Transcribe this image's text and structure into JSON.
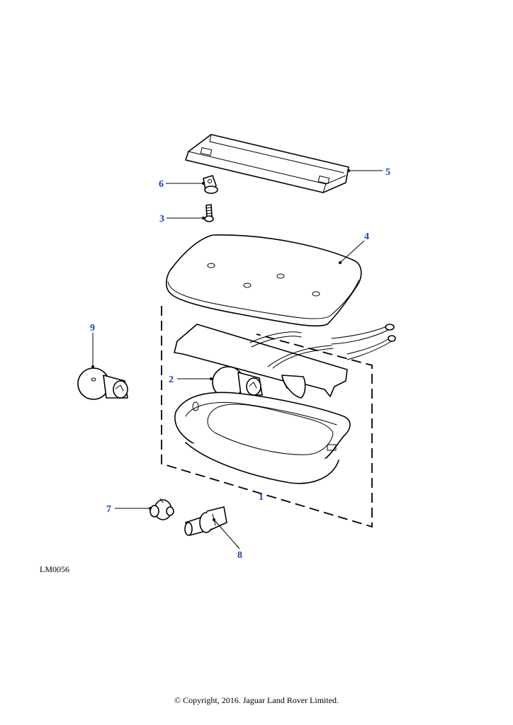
{
  "diagram": {
    "reference": "LM0056",
    "copyright": "© Copyright, 2016. Jaguar Land Rover Limited.",
    "callouts": {
      "c1": "1",
      "c2": "2",
      "c3": "3",
      "c4": "4",
      "c5": "5",
      "c6": "6",
      "c7": "7",
      "c8": "8",
      "c9": "9"
    },
    "callout_color": "#1f3fbf"
  }
}
